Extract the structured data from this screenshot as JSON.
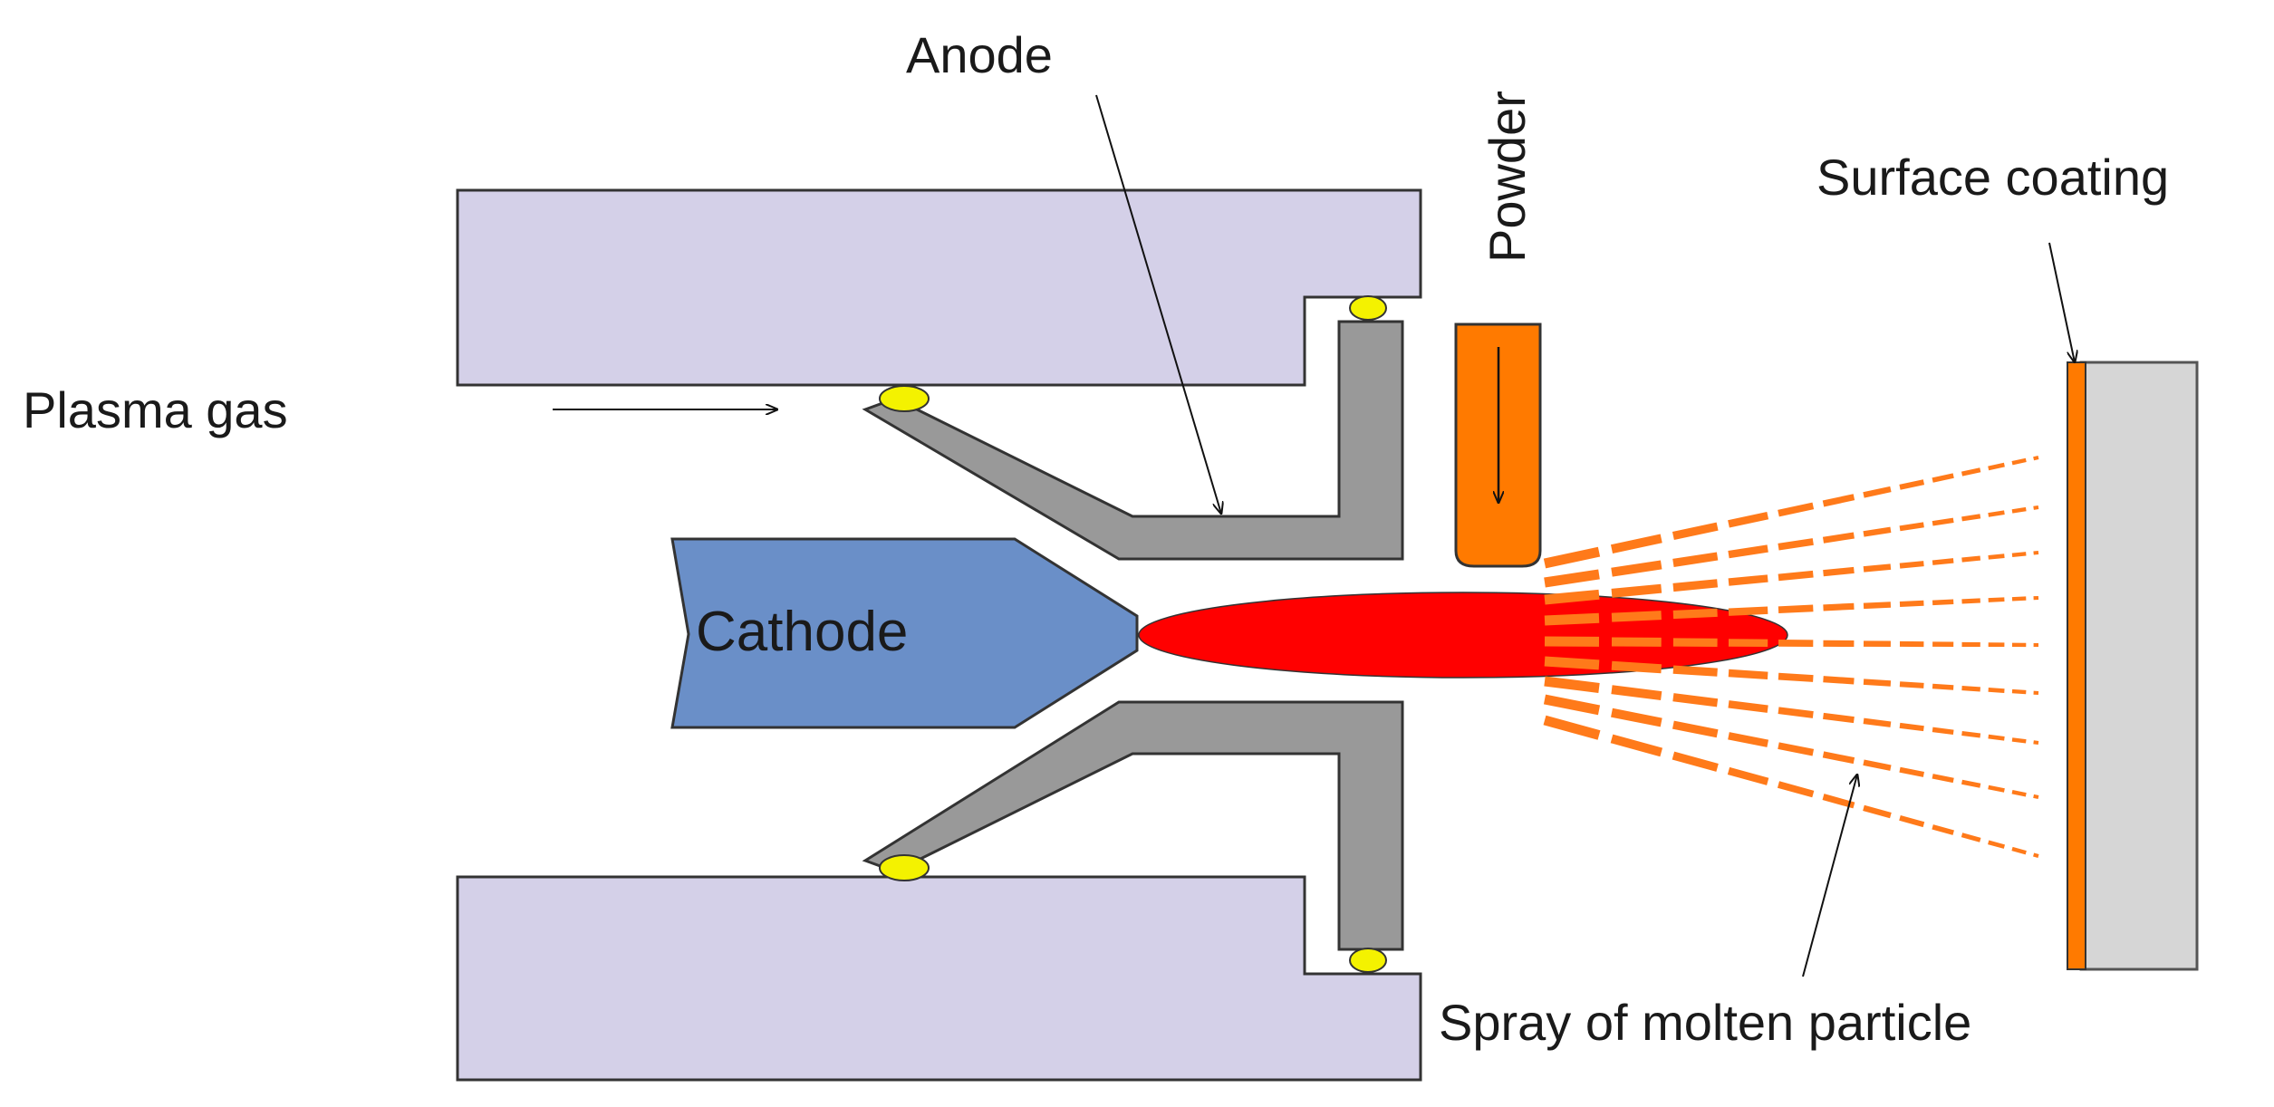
{
  "labels": {
    "anode": "Anode",
    "powder": "Powder",
    "surface_coating": "Surface coating",
    "plasma_gas": "Plasma gas",
    "cathode": "Cathode",
    "spray": "Spray of molten particle"
  },
  "colors": {
    "housing": "#D4D0E8",
    "anode": "#999999",
    "cathode": "#6A8FC8",
    "plasma": "#FF0000",
    "powder": "#FF7A00",
    "seal": "#F4F200",
    "particles": "#FF7A1A",
    "coating": "#FF7A00",
    "substrate": "#D6D6D6"
  }
}
